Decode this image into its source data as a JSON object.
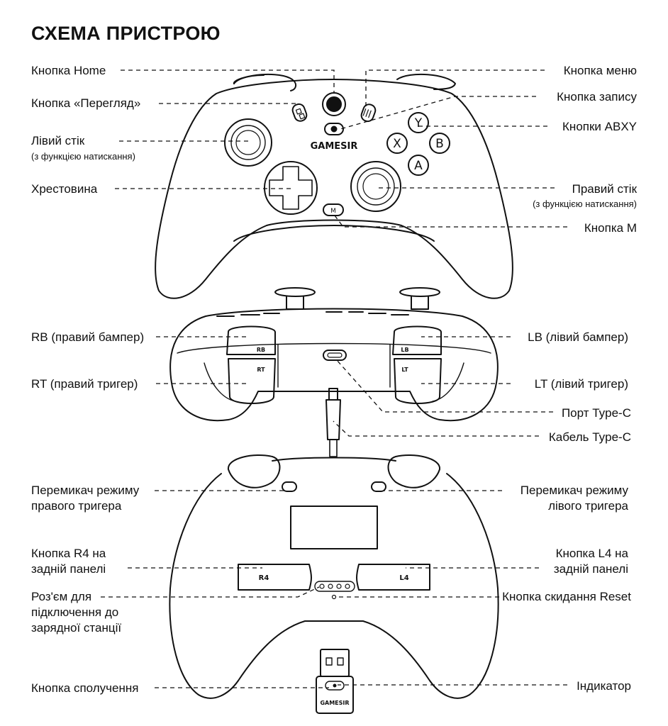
{
  "title": "СХЕМА ПРИСТРОЮ",
  "brand": "GAMESIR",
  "labels": {
    "home": "Кнопка Home",
    "view": "Кнопка «Перегляд»",
    "left_stick": "Лівий стік",
    "left_stick_note": "(з функцією натискання)",
    "dpad": "Хрестовина",
    "menu": "Кнопка меню",
    "record": "Кнопка запису",
    "abxy": "Кнопки ABXY",
    "right_stick": "Правий стік",
    "right_stick_note": "(з функцією натискання)",
    "m_button": "Кнопка M",
    "rb": "RB (правий бампер)",
    "rt": "RT (правий тригер)",
    "lb": "LB (лівий бампер)",
    "lt": "LT (лівий тригер)",
    "typec_port": "Порт Type-C",
    "typec_cable": "Кабель Type-C",
    "right_trigger_switch_1": "Перемикач режиму",
    "right_trigger_switch_2": "правого тригера",
    "left_trigger_switch_1": "Перемикач режиму",
    "left_trigger_switch_2": "лівого тригера",
    "r4_1": "Кнопка R4 на",
    "r4_2": "задній панелі",
    "l4_1": "Кнопка L4 на",
    "l4_2": "задній панелі",
    "dock_1": "Роз'єм для",
    "dock_2": "підключення до",
    "dock_3": "зарядної станції",
    "reset": "Кнопка скидання Reset",
    "pair": "Кнопка сполучення",
    "indicator": "Індикатор"
  },
  "marks": {
    "y": "Y",
    "x": "X",
    "b": "B",
    "a": "A",
    "m": "M",
    "rb": "RB",
    "rt": "RT",
    "lb": "LB",
    "lt": "LT",
    "r4": "R4",
    "l4": "L4"
  },
  "icons": [
    "gamesir-logo-icon",
    "view-icon",
    "menu-icon",
    "record-icon"
  ]
}
